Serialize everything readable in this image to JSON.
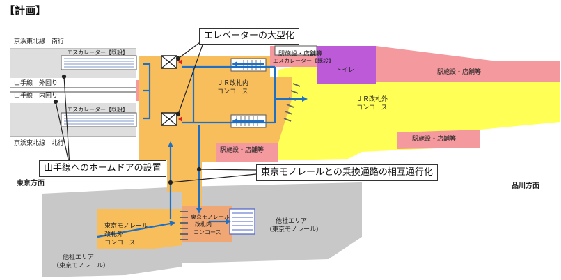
{
  "heading": "【計画】",
  "track_labels": {
    "keihin_south": "京浜東北線　南行",
    "yamanote_outer": "山手線　外回り",
    "yamanote_inner": "山手線　内回り",
    "keihin_north": "京浜東北線　北行"
  },
  "directions": {
    "tokyo": "東京方面",
    "shinagawa": "品川方面"
  },
  "escalators": {
    "upper": "エスカレーター【既設】",
    "lower": "エスカレーター【既設】",
    "right": "エスカレーター【既設】"
  },
  "areas": {
    "shop_top": "駅施設・店舗等",
    "shop_right": "駅施設・店舗等",
    "shop_mid": "駅施設・店舗等",
    "shop_bottom": "駅施設・店舗等",
    "toilet": "トイレ",
    "jr_inside_1": "ＪＲ改札内",
    "jr_inside_2": "コンコース",
    "jr_outside_1": "ＪＲ改札外",
    "jr_outside_2": "コンコース",
    "monorail_inside_1": "東京モノレール",
    "monorail_inside_2": "改札内",
    "monorail_inside_3": "コンコース",
    "monorail_outside_1": "東京モノレール",
    "monorail_outside_2": "改札外",
    "monorail_outside_3": "コンコース",
    "other_right_1": "他社エリア",
    "other_right_2": "（東京モノレール）",
    "other_left_1": "他社エリア",
    "other_left_2": "（東京モノレール）"
  },
  "callouts": {
    "elevator": "エレベーターの大型化",
    "platform_door": "山手線へのホームドアの設置",
    "transfer": "東京モノレールとの乗換通路の相互通行化"
  },
  "colors": {
    "platform": "#dedede",
    "concourse_inside": "#f9be5c",
    "concourse_outside": "#ffff55",
    "shops": "#f49a9f",
    "toilet": "#bc5ad8",
    "other_area": "#c8c8c8",
    "monorail_gate": "#f1a774",
    "flow": "#1f6fc2"
  }
}
